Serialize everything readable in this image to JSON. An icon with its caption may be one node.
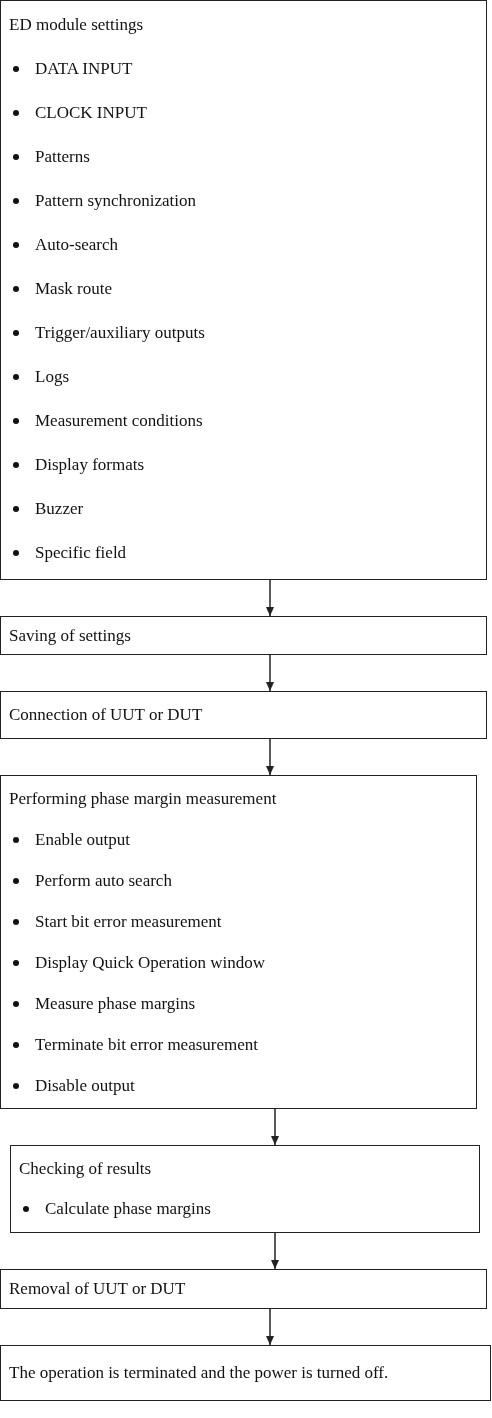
{
  "diagram": {
    "nodes": [
      {
        "text": [
          "ED module settings",
          "DATA INPUT",
          "CLOCK INPUT",
          "Patterns",
          "Pattern synchronization",
          "Auto-search",
          "Mask route",
          "Trigger/auxiliary outputs",
          "Logs",
          "Measurement conditions",
          "Display formats",
          "Buzzer",
          "Specific field"
        ]
      },
      {
        "text": [
          "Saving of settings"
        ]
      },
      {
        "text": [
          "Connection of UUT or DUT"
        ]
      },
      {
        "text": [
          "Performing phase margin measurement",
          "Enable output",
          "Perform auto search",
          "Start bit error measurement",
          "Display Quick Operation window",
          "Measure phase margins",
          "Terminate bit error measurement",
          "Disable output"
        ]
      },
      {
        "text": [
          "Checking of results",
          "Calculate phase margins"
        ]
      },
      {
        "text": [
          "Removal of UUT or DUT"
        ]
      },
      {
        "text": [
          "The operation is terminated and the power is turned off."
        ]
      }
    ],
    "edges": [
      {
        "from": 0,
        "to": 1,
        "arrow": "to"
      },
      {
        "from": 1,
        "to": 2,
        "arrow": "to"
      },
      {
        "from": 2,
        "to": 3,
        "arrow": "to"
      },
      {
        "from": 3,
        "to": 4,
        "arrow": "to"
      },
      {
        "from": 4,
        "to": 5,
        "arrow": "to"
      },
      {
        "from": 5,
        "to": 6,
        "arrow": "to"
      }
    ]
  }
}
